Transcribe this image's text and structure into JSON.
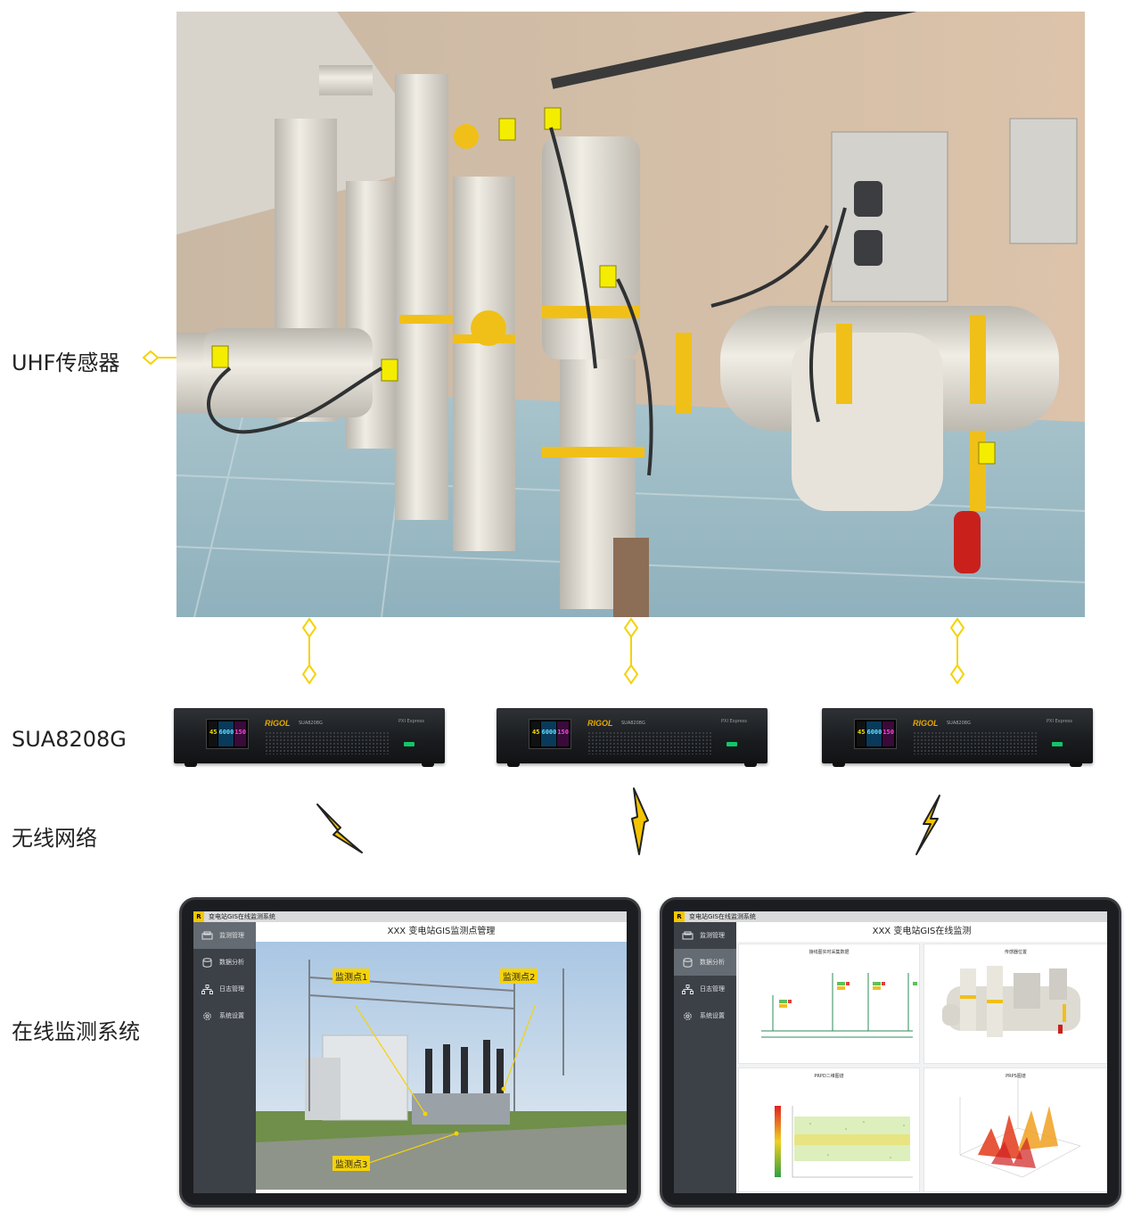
{
  "labels": {
    "sensor": "UHF传感器",
    "instrument": "SUA8208G",
    "network": "无线网络",
    "system": "在线监测系统"
  },
  "instruments": [
    {
      "brand": "RIGOL",
      "model": "SUA8208G",
      "pxi": "PXI Express",
      "readings": [
        "45",
        "6000",
        "150"
      ]
    },
    {
      "brand": "RIGOL",
      "model": "SUA8208G",
      "pxi": "PXI Express",
      "readings": [
        "45",
        "6000",
        "150"
      ]
    },
    {
      "brand": "RIGOL",
      "model": "SUA8208G",
      "pxi": "PXI Express",
      "readings": [
        "45",
        "6000",
        "150"
      ]
    }
  ],
  "tablet_left": {
    "app_title": "变电站GIS在线监测系统",
    "logo": "R",
    "page_title": "XXX 变电站GIS监测点管理",
    "menu": [
      "监测管理",
      "数据分析",
      "日志管理",
      "系统设置"
    ],
    "active_menu": 0,
    "callouts": [
      "监测点1",
      "监测点2",
      "监测点3"
    ]
  },
  "tablet_right": {
    "app_title": "变电站GIS在线监测系统",
    "logo": "R",
    "page_title": "XXX 变电站GIS在线监测",
    "menu": [
      "监测管理",
      "数据分析",
      "日志管理",
      "系统设置"
    ],
    "active_menu": 1,
    "panels": [
      "接线图实时采集数据",
      "传感器位置",
      "PRPD二维图谱",
      "PRPS图谱"
    ]
  },
  "colors": {
    "accent_yellow": "#f5d20a",
    "sidebar": "#3c4147",
    "sidebar_active": "#656b72"
  }
}
